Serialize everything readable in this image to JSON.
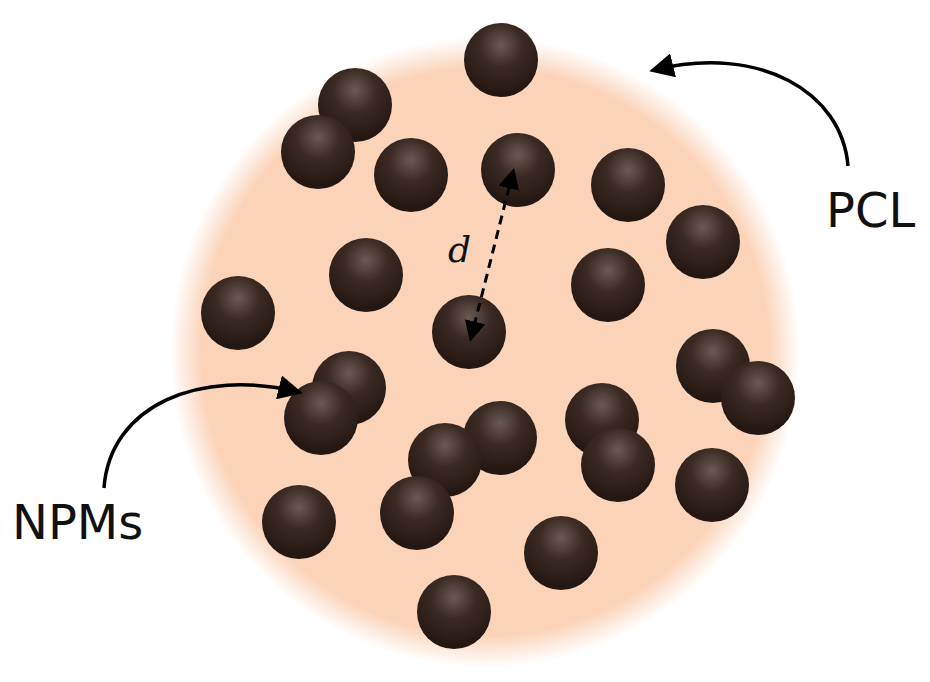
{
  "diagram": {
    "labels": [
      "PCL",
      "d",
      "NPMs"
    ]
  }
}
